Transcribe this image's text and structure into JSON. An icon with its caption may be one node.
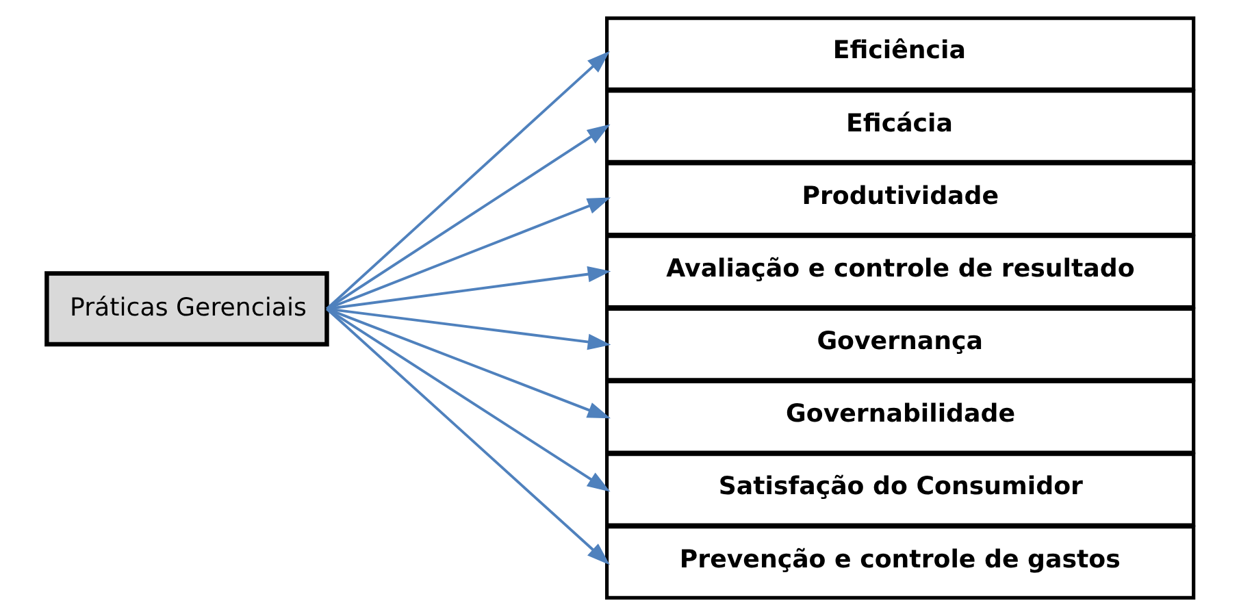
{
  "diagram": {
    "nodes": [
      {
        "text": [
          "Práticas Gerenciais"
        ]
      },
      {
        "text": [
          "Eficiência"
        ]
      },
      {
        "text": [
          "Eficácia"
        ]
      },
      {
        "text": [
          "Produtividade"
        ]
      },
      {
        "text": [
          "Avaliação e controle de resultado"
        ]
      },
      {
        "text": [
          "Governança"
        ]
      },
      {
        "text": [
          "Governabilidade"
        ]
      },
      {
        "text": [
          "Satisfação do Consumidor"
        ]
      },
      {
        "text": [
          "Prevenção e controle de gastos"
        ]
      }
    ],
    "edges": [
      {
        "from": 0,
        "to": 1,
        "arrow": "to"
      },
      {
        "from": 0,
        "to": 2,
        "arrow": "to"
      },
      {
        "from": 0,
        "to": 3,
        "arrow": "to"
      },
      {
        "from": 0,
        "to": 4,
        "arrow": "to"
      },
      {
        "from": 0,
        "to": 5,
        "arrow": "to"
      },
      {
        "from": 0,
        "to": 6,
        "arrow": "to"
      },
      {
        "from": 0,
        "to": 7,
        "arrow": "to"
      },
      {
        "from": 0,
        "to": 8,
        "arrow": "to"
      }
    ]
  }
}
